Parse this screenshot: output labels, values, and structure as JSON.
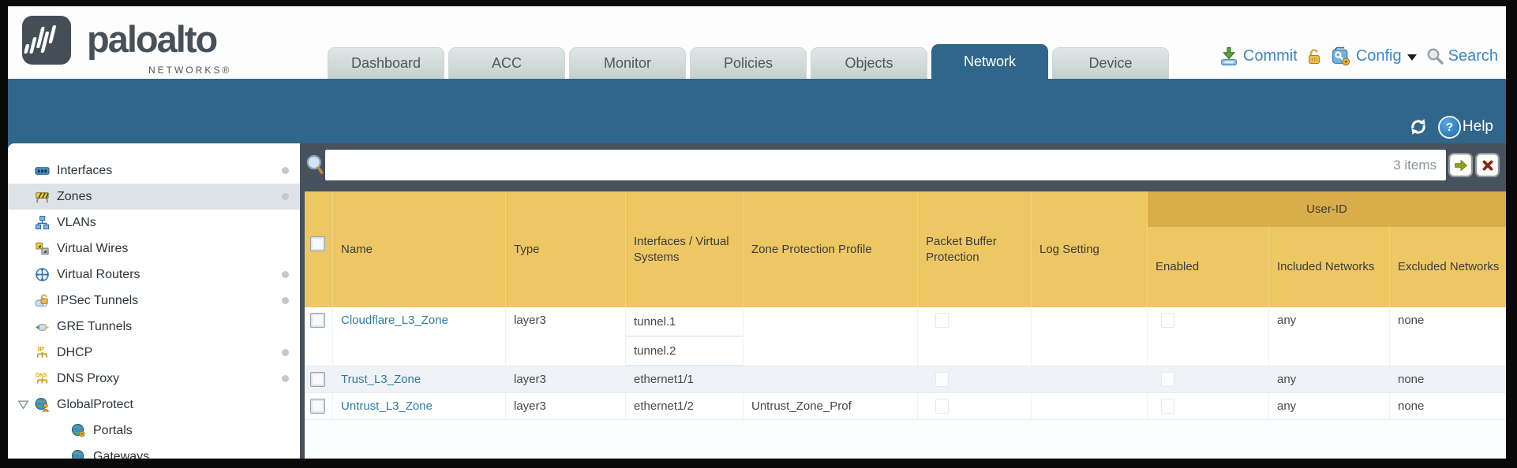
{
  "header": {
    "brand": "paloalto",
    "brand_sub": "NETWORKS®",
    "tabs": [
      {
        "label": "Dashboard",
        "active": false
      },
      {
        "label": "ACC",
        "active": false
      },
      {
        "label": "Monitor",
        "active": false
      },
      {
        "label": "Policies",
        "active": false
      },
      {
        "label": "Objects",
        "active": false
      },
      {
        "label": "Network",
        "active": true
      },
      {
        "label": "Device",
        "active": false
      }
    ],
    "actions": {
      "commit": "Commit",
      "config": "Config",
      "search": "Search"
    }
  },
  "subheader": {
    "help": "Help"
  },
  "filter": {
    "value": "",
    "count": "3 items"
  },
  "sidebar": {
    "items": [
      {
        "label": "Interfaces",
        "has_dot": true,
        "selected": false
      },
      {
        "label": "Zones",
        "has_dot": true,
        "selected": true
      },
      {
        "label": "VLANs",
        "has_dot": false,
        "selected": false
      },
      {
        "label": "Virtual Wires",
        "has_dot": false,
        "selected": false
      },
      {
        "label": "Virtual Routers",
        "has_dot": true,
        "selected": false
      },
      {
        "label": "IPSec Tunnels",
        "has_dot": true,
        "selected": false
      },
      {
        "label": "GRE Tunnels",
        "has_dot": false,
        "selected": false
      },
      {
        "label": "DHCP",
        "has_dot": true,
        "selected": false
      },
      {
        "label": "DNS Proxy",
        "has_dot": true,
        "selected": false
      },
      {
        "label": "GlobalProtect",
        "has_dot": false,
        "selected": false,
        "expanded": true
      },
      {
        "label": "Portals",
        "has_dot": false,
        "selected": false,
        "indent": 1
      },
      {
        "label": "Gateways",
        "has_dot": false,
        "selected": false,
        "indent": 1
      }
    ]
  },
  "table": {
    "group_header": "User-ID",
    "columns": [
      "Name",
      "Type",
      "Interfaces / Virtual Systems",
      "Zone Protection Profile",
      "Packet Buffer Protection",
      "Log Setting",
      "Enabled",
      "Included Networks",
      "Excluded Networks"
    ],
    "rows": [
      {
        "name": "Cloudflare_L3_Zone",
        "type": "layer3",
        "interfaces": [
          "tunnel.1",
          "tunnel.2"
        ],
        "zone_protection_profile": "",
        "log_setting": "",
        "packet_buffer_protection_checked": false,
        "user_id_enabled_checked": false,
        "included_networks": "any",
        "excluded_networks": "none"
      },
      {
        "name": "Trust_L3_Zone",
        "type": "layer3",
        "interfaces": [
          "ethernet1/1"
        ],
        "zone_protection_profile": "",
        "log_setting": "",
        "packet_buffer_protection_checked": false,
        "user_id_enabled_checked": false,
        "included_networks": "any",
        "excluded_networks": "none"
      },
      {
        "name": "Untrust_L3_Zone",
        "type": "layer3",
        "interfaces": [
          "ethernet1/2"
        ],
        "zone_protection_profile": "Untrust_Zone_Prof",
        "log_setting": "",
        "packet_buffer_protection_checked": false,
        "user_id_enabled_checked": false,
        "included_networks": "any",
        "excluded_networks": "none"
      }
    ]
  },
  "colors": {
    "teal_band": "#306689",
    "tab_active_bg": "#306689",
    "table_header_bg": "#edc764",
    "group_header_bg": "#d9ad49",
    "row_alt_bg": "#eff3f7",
    "link": "#2e7ca7",
    "action_link": "#3c85c5",
    "sidebar_selected_bg": "#dce2e7"
  }
}
